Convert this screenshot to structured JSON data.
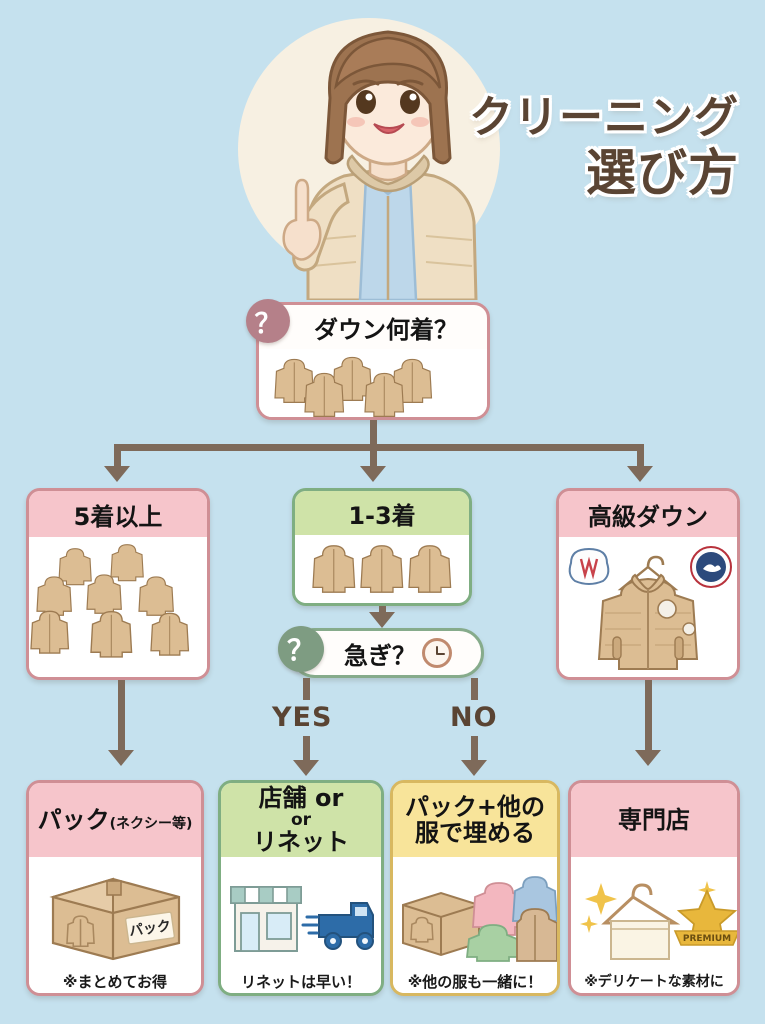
{
  "background_color": "#c5e1ee",
  "header": {
    "title_line1": "クリーニング",
    "title_line2": "選び方",
    "title_color": "#5a4433",
    "illustration": "woman-pointing-up-in-puffer-jacket"
  },
  "flowchart": {
    "root": {
      "badge": "？",
      "badge_color": "#b58089",
      "label": "ダウン何着？",
      "illustration": "five-down-jackets"
    },
    "options": [
      {
        "id": "five-or-more",
        "label": "5着以上",
        "header_color": "#f6c5cb",
        "border_color": "#cf8f95",
        "illustration": "pile-of-down-jackets"
      },
      {
        "id": "one-to-three",
        "label": "1-3着",
        "header_color": "#cfe3a8",
        "border_color": "#7fae82",
        "illustration": "three-down-jackets"
      },
      {
        "id": "premium-down",
        "label": "高級ダウン",
        "header_color": "#f6c5cb",
        "border_color": "#cf8f95",
        "illustration": "premium-down-jacket-with-brand-logos"
      }
    ],
    "urgency": {
      "badge": "？",
      "badge_color": "#7e9c82",
      "label": "急ぎ？",
      "icon": "clock-icon",
      "yes_label": "YES",
      "no_label": "NO"
    },
    "results": [
      {
        "id": "pack",
        "title": "パック",
        "title_sub": "(ネクシー等)",
        "caption": "※まとめてお得",
        "header_color": "#f6c5cb",
        "border_color": "#cf8f95",
        "illustration": "cardboard-box-labeled-pack"
      },
      {
        "id": "store-or-lenet",
        "title": "店舗",
        "title_or_inline": "or",
        "title_or_line": "or",
        "title_line3": "リネット",
        "caption": "リネットは早い！",
        "header_color": "#cfe3a8",
        "border_color": "#7fae82",
        "illustration": "storefront-and-delivery-truck"
      },
      {
        "id": "pack-plus-other",
        "title_line1": "パック+他の",
        "title_line2": "服で埋める",
        "caption": "※他の服も一緒に！",
        "header_color": "#f8e49a",
        "border_color": "#d8b860",
        "illustration": "box-with-assorted-clothes"
      },
      {
        "id": "specialty-shop",
        "title": "専門店",
        "caption": "※デリケートな素材に",
        "header_color": "#f6c5cb",
        "border_color": "#cf8f95",
        "illustration": "hanger-with-sparkles-and-premium-star",
        "badge_text": "PREMIUM"
      }
    ],
    "connector_color": "#7e6a5a"
  }
}
